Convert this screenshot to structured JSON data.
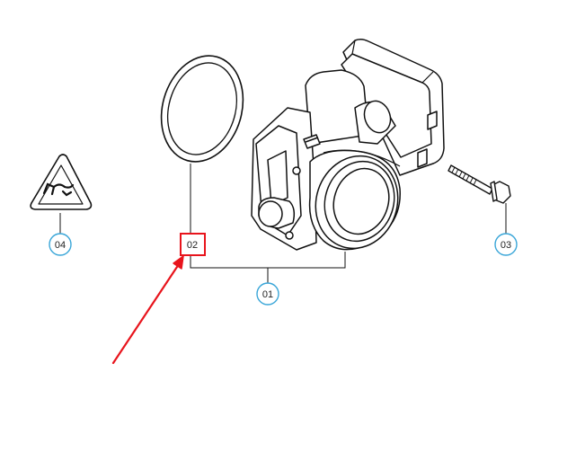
{
  "diagram": {
    "callouts": [
      {
        "id": "c01",
        "label": "01"
      },
      {
        "id": "c02",
        "label": "02",
        "highlighted": true
      },
      {
        "id": "c03",
        "label": "03"
      },
      {
        "id": "c04",
        "label": "04"
      }
    ],
    "colors": {
      "callout_circle": "#3aa6d8",
      "highlight_box": "#e8141c",
      "arrow": "#e8141c",
      "linework": "#111111"
    },
    "icons": [
      "warning-triangle-icon"
    ]
  }
}
